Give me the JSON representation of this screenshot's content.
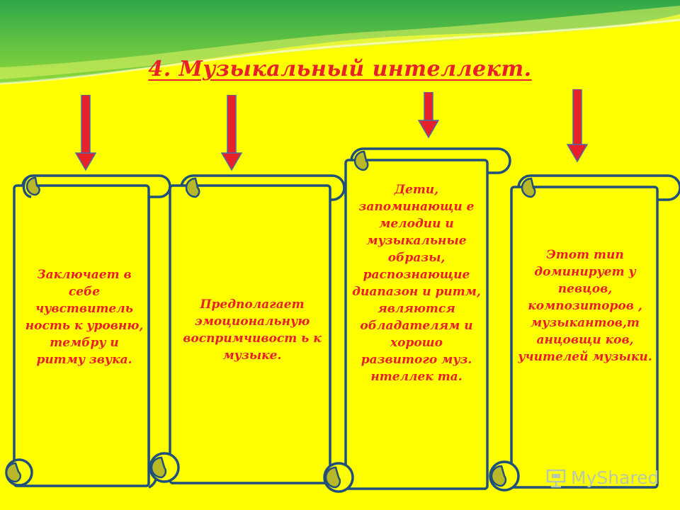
{
  "title": "4. Музыкальный интеллект.",
  "scrolls": [
    {
      "text": "Заключает в себе чувствитель ность к уровню, тембру и ритму звука."
    },
    {
      "text": "Предполагает эмоциональную воспримчивост ь к музыке."
    },
    {
      "text": "Дети, запоминающи е мелодии и музыкальные образы, распознающие диапазон и ритм, являются обладателям и хорошо развитого муз. нтеллек та."
    },
    {
      "text": "Этот тип доминирует у певцов, композиторов , музыкантов,т анцовщи ков, учителей музыки."
    }
  ],
  "watermark": {
    "text": "MyShared"
  },
  "colors": {
    "background": "#ffff00",
    "text": "#e8202a",
    "arrow": "#e8202a",
    "scroll_border": "#1f4f7a",
    "curl": "#b8b828",
    "wave_green": "#4fbf3a"
  }
}
